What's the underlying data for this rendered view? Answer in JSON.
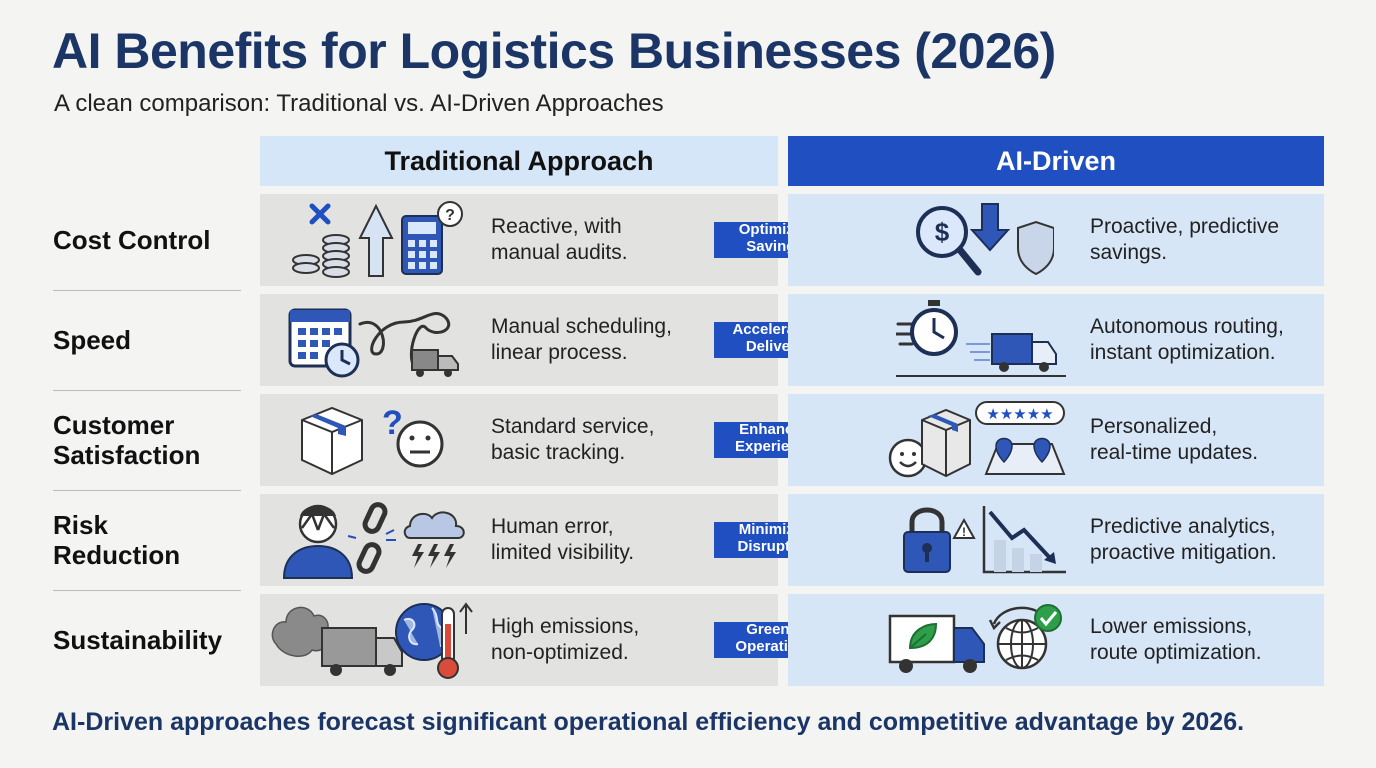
{
  "title": "AI Benefits for Logistics Businesses (2026)",
  "subtitle": "A clean comparison: Traditional vs. AI-Driven Approaches",
  "headers": {
    "traditional": "Traditional Approach",
    "ai": "AI-Driven"
  },
  "rows": [
    {
      "label": "Cost Control",
      "traditional": "Reactive, with\nmanual audits.",
      "arrow": "Optimized\nSavings",
      "ai": "Proactive, predictive\nsavings.",
      "traditional_icons": [
        "x-icon",
        "coins-icon",
        "arrow-up-icon",
        "calculator-icon",
        "question-icon"
      ],
      "ai_icons": [
        "dollar-magnifier-icon",
        "arrow-down-icon",
        "shield-icon"
      ]
    },
    {
      "label": "Speed",
      "traditional": "Manual scheduling,\nlinear process.",
      "arrow": "Accelerated\nDelivery",
      "ai": "Autonomous routing,\ninstant optimization.",
      "traditional_icons": [
        "calendar-icon",
        "clock-icon",
        "tangled-path-icon",
        "truck-icon"
      ],
      "ai_icons": [
        "stopwatch-icon",
        "fast-truck-icon"
      ]
    },
    {
      "label": "Customer\nSatisfaction",
      "traditional": "Standard service,\nbasic tracking.",
      "arrow": "Enhanced\nExperience",
      "ai": "Personalized,\nreal-time updates.",
      "traditional_icons": [
        "box-icon",
        "question-icon",
        "neutral-face-icon"
      ],
      "ai_icons": [
        "smile-face-icon",
        "box-icon",
        "star-rating-icon",
        "map-pin-icon"
      ]
    },
    {
      "label": "Risk\nReduction",
      "traditional": "Human error,\nlimited visibility.",
      "arrow": "Minimized\nDisruption",
      "ai": "Predictive analytics,\nproactive mitigation.",
      "traditional_icons": [
        "stressed-person-icon",
        "broken-chain-icon",
        "storm-cloud-icon"
      ],
      "ai_icons": [
        "padlock-icon",
        "warning-icon",
        "declining-chart-icon"
      ]
    },
    {
      "label": "Sustainability",
      "traditional": "High emissions,\nnon-optimized.",
      "arrow": "Greener\nOperations",
      "ai": "Lower emissions,\nroute optimization.",
      "traditional_icons": [
        "smoke-icon",
        "truck-icon",
        "globe-icon",
        "thermometer-icon"
      ],
      "ai_icons": [
        "eco-truck-icon",
        "globe-check-icon"
      ]
    }
  ],
  "footer": "AI-Driven approaches forecast significant operational efficiency and competitive advantage by 2026.",
  "colors": {
    "title": "#1a3566",
    "accent": "#1f4fc0",
    "ai_cell": "#d7e6f7",
    "traditional_cell": "#e2e2e1",
    "header_light": "#d5e6f8"
  }
}
